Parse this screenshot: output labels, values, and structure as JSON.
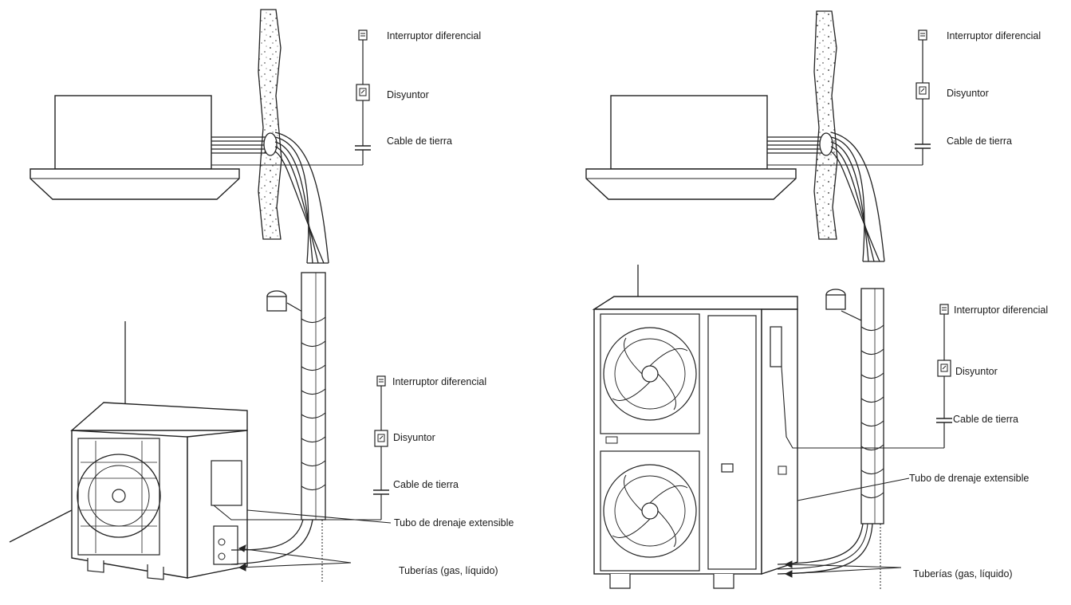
{
  "left_diagram": {
    "indoor_breaker_labels": {
      "differential": "Interruptor diferencial",
      "breaker": "Disyuntor",
      "ground": "Cable de tierra"
    },
    "outdoor_breaker_labels": {
      "differential": "Interruptor diferencial",
      "breaker": "Disyuntor",
      "ground": "Cable de tierra"
    },
    "drain_label": "Tubo de drenaje extensible",
    "pipes_label": "Tuberías (gas, líquido)"
  },
  "right_diagram": {
    "indoor_breaker_labels": {
      "differential": "Interruptor diferencial",
      "breaker": "Disyuntor",
      "ground": "Cable de tierra"
    },
    "outdoor_breaker_labels": {
      "differential": "Interruptor diferencial",
      "breaker": "Disyuntor",
      "ground": "Cable de tierra"
    },
    "drain_label": "Tubo de drenaje extensible",
    "pipes_label": "Tuberías (gas, líquido)"
  }
}
